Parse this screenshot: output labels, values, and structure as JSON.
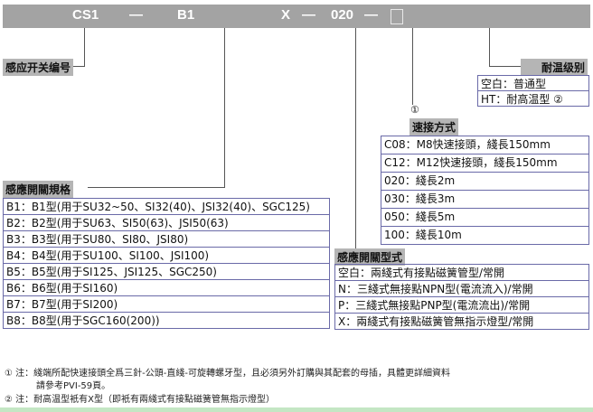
{
  "header": {
    "codes": [
      "CS1",
      "—",
      "B1",
      "X",
      "—",
      "020",
      "—"
    ]
  },
  "switch_no": {
    "label": "感应开关编号"
  },
  "temp": {
    "label": "耐温级别",
    "rows": [
      "空白：普通型",
      "HT：耐高温型 ②"
    ]
  },
  "connect": {
    "marker": "①",
    "label": "速接方式",
    "rows": [
      "C08：M8快速接頭，綫長150mm",
      "C12：M12快速接頭，綫長150mm",
      "020：綫長2m",
      "030：綫長3m",
      "050：綫長5m",
      "100：綫長10m"
    ]
  },
  "spec": {
    "label": "感應開關規格",
    "rows": [
      "B1：B1型(用于SU32~50、SI32(40)、JSI32(40)、SGC125)",
      "B2：B2型(用于SU63、SI50(63)、JSI50(63)",
      "B3：B3型(用于SU80、SI80、JSI80)",
      "B4：B4型(用于SU100、SI100、JSI100)",
      "B5：B5型(用于SI125、JSI125、SGC250)",
      "B6：B6型(用于SI160)",
      "B7：B7型(用于SI200)",
      "B8：B8型(用于SGC160(200))"
    ]
  },
  "type": {
    "label": "感應開關型式",
    "rows": [
      "空白：兩綫式有接點磁簧管型/常開",
      "N：三綫式無接點NPN型(電流流入)/常開",
      "P：三綫式無接點PNP型(電流流出)/常開",
      "X：兩綫式有接點磁簧管無指示燈型/常開"
    ]
  },
  "notes": {
    "n1a": "① 注：綫端所配快速接頭全爲三針-公頭-直綫-可旋轉螺牙型，且必須另外訂購與其配套的母插，具體更詳細資料",
    "n1b": "請參考PVI-59頁。",
    "n2": "② 注：耐高温型衹有X型（即衹有兩綫式有接點磁簧管無指示燈型）"
  }
}
